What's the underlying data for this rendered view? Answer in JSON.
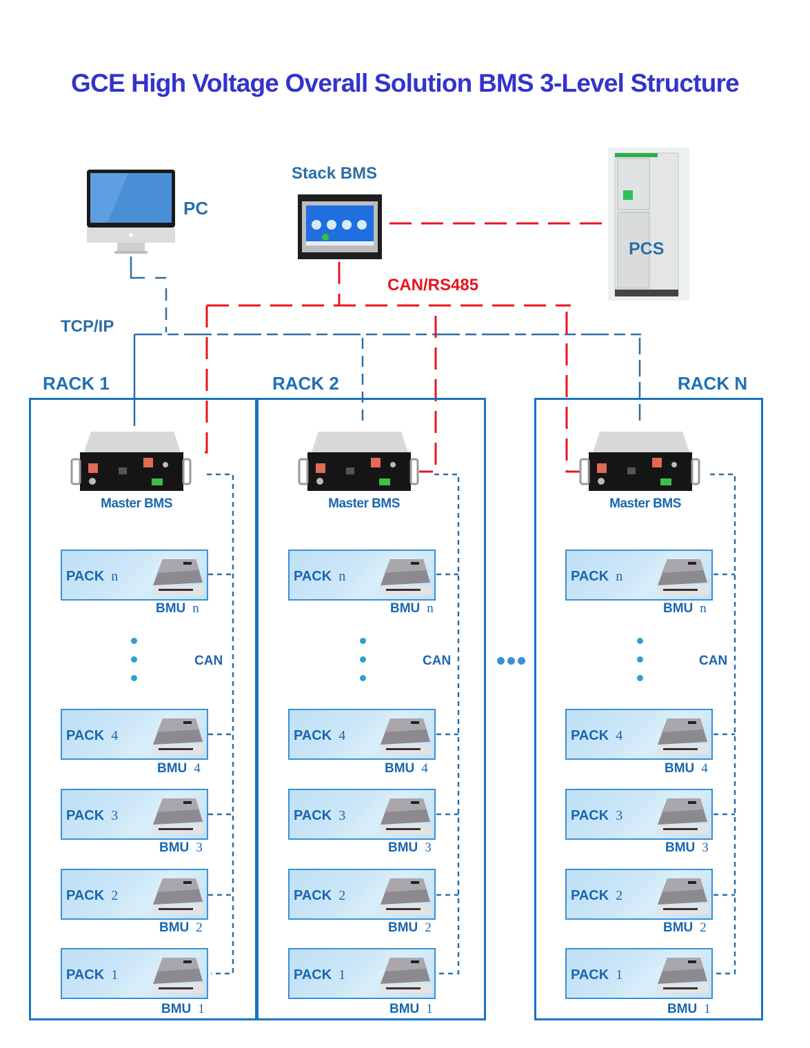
{
  "title": "GCE High Voltage Overall Solution BMS 3-Level Structure",
  "top": {
    "pc_label": "PC",
    "stack_bms_label": "Stack BMS",
    "pcs_label": "PCS",
    "tcpip_label": "TCP/IP",
    "can_rs485_label": "CAN/RS485"
  },
  "colors": {
    "title": "#3333cc",
    "tcp_line": "#2b6ea6",
    "can_rs485_line": "#e8141c",
    "rack_border": "#1a73c0"
  },
  "racks": [
    {
      "title": "RACK 1",
      "master_label": "Master BMS",
      "bus_label": "CAN",
      "packs": [
        {
          "pack": "PACK",
          "num": "n",
          "bmu": "BMU",
          "bnum": "n"
        },
        {
          "pack": "PACK",
          "num": "4",
          "bmu": "BMU",
          "bnum": "4"
        },
        {
          "pack": "PACK",
          "num": "3",
          "bmu": "BMU",
          "bnum": "3"
        },
        {
          "pack": "PACK",
          "num": "2",
          "bmu": "BMU",
          "bnum": "2"
        },
        {
          "pack": "PACK",
          "num": "1",
          "bmu": "BMU",
          "bnum": "1"
        }
      ]
    },
    {
      "title": "RACK 2",
      "master_label": "Master BMS",
      "bus_label": "CAN",
      "packs": [
        {
          "pack": "PACK",
          "num": "n",
          "bmu": "BMU",
          "bnum": "n"
        },
        {
          "pack": "PACK",
          "num": "4",
          "bmu": "BMU",
          "bnum": "4"
        },
        {
          "pack": "PACK",
          "num": "3",
          "bmu": "BMU",
          "bnum": "3"
        },
        {
          "pack": "PACK",
          "num": "2",
          "bmu": "BMU",
          "bnum": "2"
        },
        {
          "pack": "PACK",
          "num": "1",
          "bmu": "BMU",
          "bnum": "1"
        }
      ]
    },
    {
      "title": "RACK N",
      "master_label": "Master BMS",
      "bus_label": "CAN",
      "packs": [
        {
          "pack": "PACK",
          "num": "n",
          "bmu": "BMU",
          "bnum": "n"
        },
        {
          "pack": "PACK",
          "num": "4",
          "bmu": "BMU",
          "bnum": "4"
        },
        {
          "pack": "PACK",
          "num": "3",
          "bmu": "BMU",
          "bnum": "3"
        },
        {
          "pack": "PACK",
          "num": "2",
          "bmu": "BMU",
          "bnum": "2"
        },
        {
          "pack": "PACK",
          "num": "1",
          "bmu": "BMU",
          "bnum": "1"
        }
      ]
    }
  ],
  "icons": {
    "pc": "desktop-monitor-icon",
    "stack_bms": "touch-panel-icon",
    "pcs": "cabinet-icon",
    "master_bms": "rack-bms-unit-icon",
    "bmu": "bmu-module-icon",
    "ellipsis": "ellipsis-dots"
  }
}
